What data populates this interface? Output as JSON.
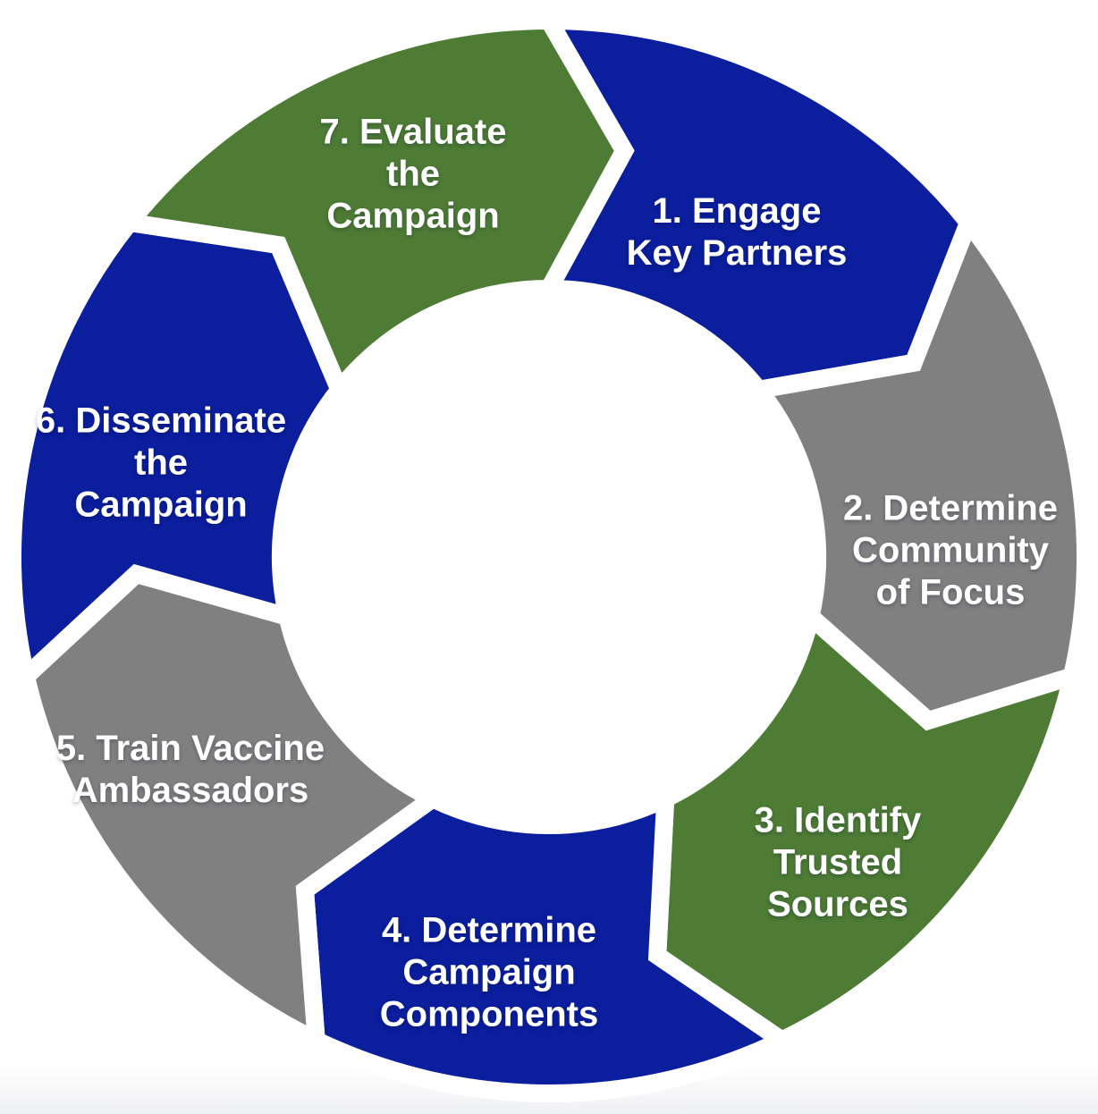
{
  "diagram": {
    "type": "cycle",
    "step_count": 7,
    "direction": "clockwise"
  },
  "colors": {
    "blue": "#0a1e9e",
    "gray": "#808080",
    "green": "#4e7c35",
    "gap_white": "#ffffff",
    "label_text": "#ffffff",
    "background": "#ffffff"
  },
  "segments": [
    {
      "id": 1,
      "label": "1. Engage Key Partners",
      "color": "#0a1e9e",
      "lines": [
        "1. Engage",
        "Key Partners"
      ]
    },
    {
      "id": 2,
      "label": "2. Determine Community of Focus",
      "color": "#808080",
      "lines": [
        "2. Determine",
        "Community",
        "of Focus"
      ]
    },
    {
      "id": 3,
      "label": "3. Identify Trusted Sources",
      "color": "#4e7c35",
      "lines": [
        "3. Identify",
        "Trusted",
        "Sources"
      ]
    },
    {
      "id": 4,
      "label": "4. Determine Campaign Components",
      "color": "#0a1e9e",
      "lines": [
        "4. Determine",
        "Campaign",
        "Components"
      ]
    },
    {
      "id": 5,
      "label": "5. Train Vaccine Ambassadors",
      "color": "#808080",
      "lines": [
        "5. Train Vaccine",
        "Ambassadors"
      ]
    },
    {
      "id": 6,
      "label": "6. Disseminate the Campaign",
      "color": "#0a1e9e",
      "lines": [
        "6. Disseminate",
        "the",
        "Campaign"
      ]
    },
    {
      "id": 7,
      "label": "7. Evaluate the Campaign",
      "color": "#4e7c35",
      "lines": [
        "7. Evaluate",
        "the",
        "Campaign"
      ]
    }
  ]
}
